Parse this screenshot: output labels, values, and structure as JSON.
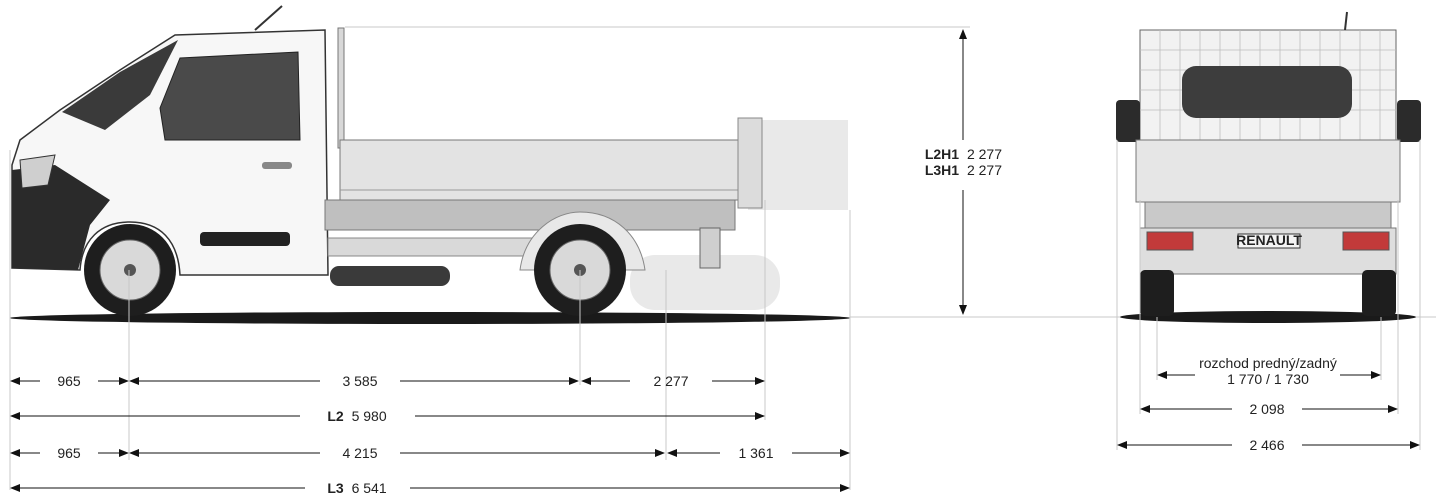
{
  "side_view": {
    "height_labels": [
      {
        "model": "L2H1",
        "value": "2 277"
      },
      {
        "model": "L3H1",
        "value": "2 277"
      }
    ],
    "row1": {
      "front_overhang": "965",
      "wheelbase": "3 585",
      "rear_overhang": "2 277"
    },
    "row2": {
      "model": "L2",
      "value": "5 980"
    },
    "row3": {
      "front_overhang": "965",
      "wheelbase": "4 215",
      "rear_overhang": "1 361"
    },
    "row4": {
      "model": "L3",
      "value": "6 541"
    }
  },
  "rear_view": {
    "brand_plate": "RENAULT",
    "track_label": "rozchod predný/zadný",
    "track_value": "1 770 / 1 730",
    "body_width": "2 098",
    "mirror_width": "2 466"
  }
}
